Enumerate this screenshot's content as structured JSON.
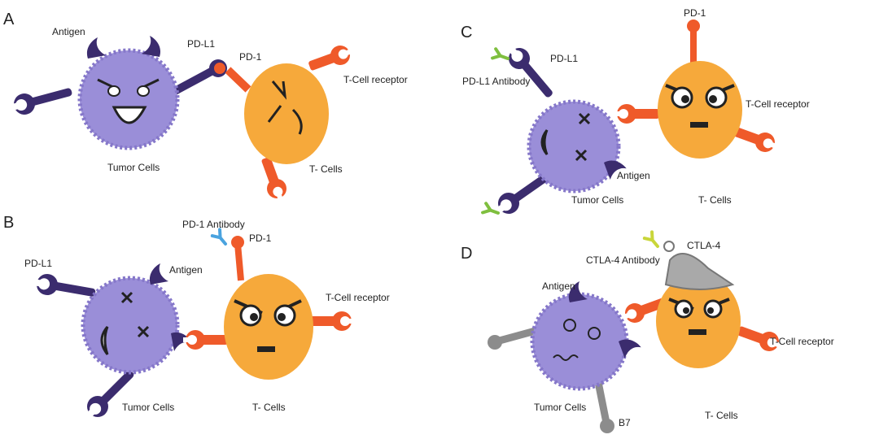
{
  "colors": {
    "tumor": "#9a8ed8",
    "tumor_edge": "#8577c9",
    "tcell": "#f6a93b",
    "receptor": "#ef5a2a",
    "arm": "#3b2c6e",
    "pd1_ab": "#4aa3df",
    "pdl1_ab": "#7fbf3f",
    "ctla4_ab": "#c9d63a",
    "ctla4": "#a9a9a9",
    "b7": "#8c8c8c"
  },
  "panels": {
    "a": {
      "letter": "A",
      "antigen": "Antigen",
      "pdl1": "PD-L1",
      "pd1": "PD-1",
      "tcr": "T-Cell receptor",
      "tumor": "Tumor Cells",
      "tcells": "T- Cells"
    },
    "b": {
      "letter": "B",
      "pd1_antibody": "PD-1 Antibody",
      "pd1": "PD-1",
      "pdl1": "PD-L1",
      "antigen": "Antigen",
      "tcr": "T-Cell receptor",
      "tumor": "Tumor Cells",
      "tcells": "T- Cells"
    },
    "c": {
      "letter": "C",
      "pd1": "PD-1",
      "pdl1": "PD-L1",
      "pdl1_antibody": "PD-L1 Antibody",
      "tcr": "T-Cell receptor",
      "antigen": "Antigen",
      "tumor": "Tumor Cells",
      "tcells": "T- Cells"
    },
    "d": {
      "letter": "D",
      "ctla4": "CTLA-4",
      "ctla4_antibody": "CTLA-4 Antibody",
      "antigen": "Antigen",
      "tcr": "T-Cell receptor",
      "tumor": "Tumor Cells",
      "b7": "B7",
      "tcells": "T- Cells"
    }
  }
}
